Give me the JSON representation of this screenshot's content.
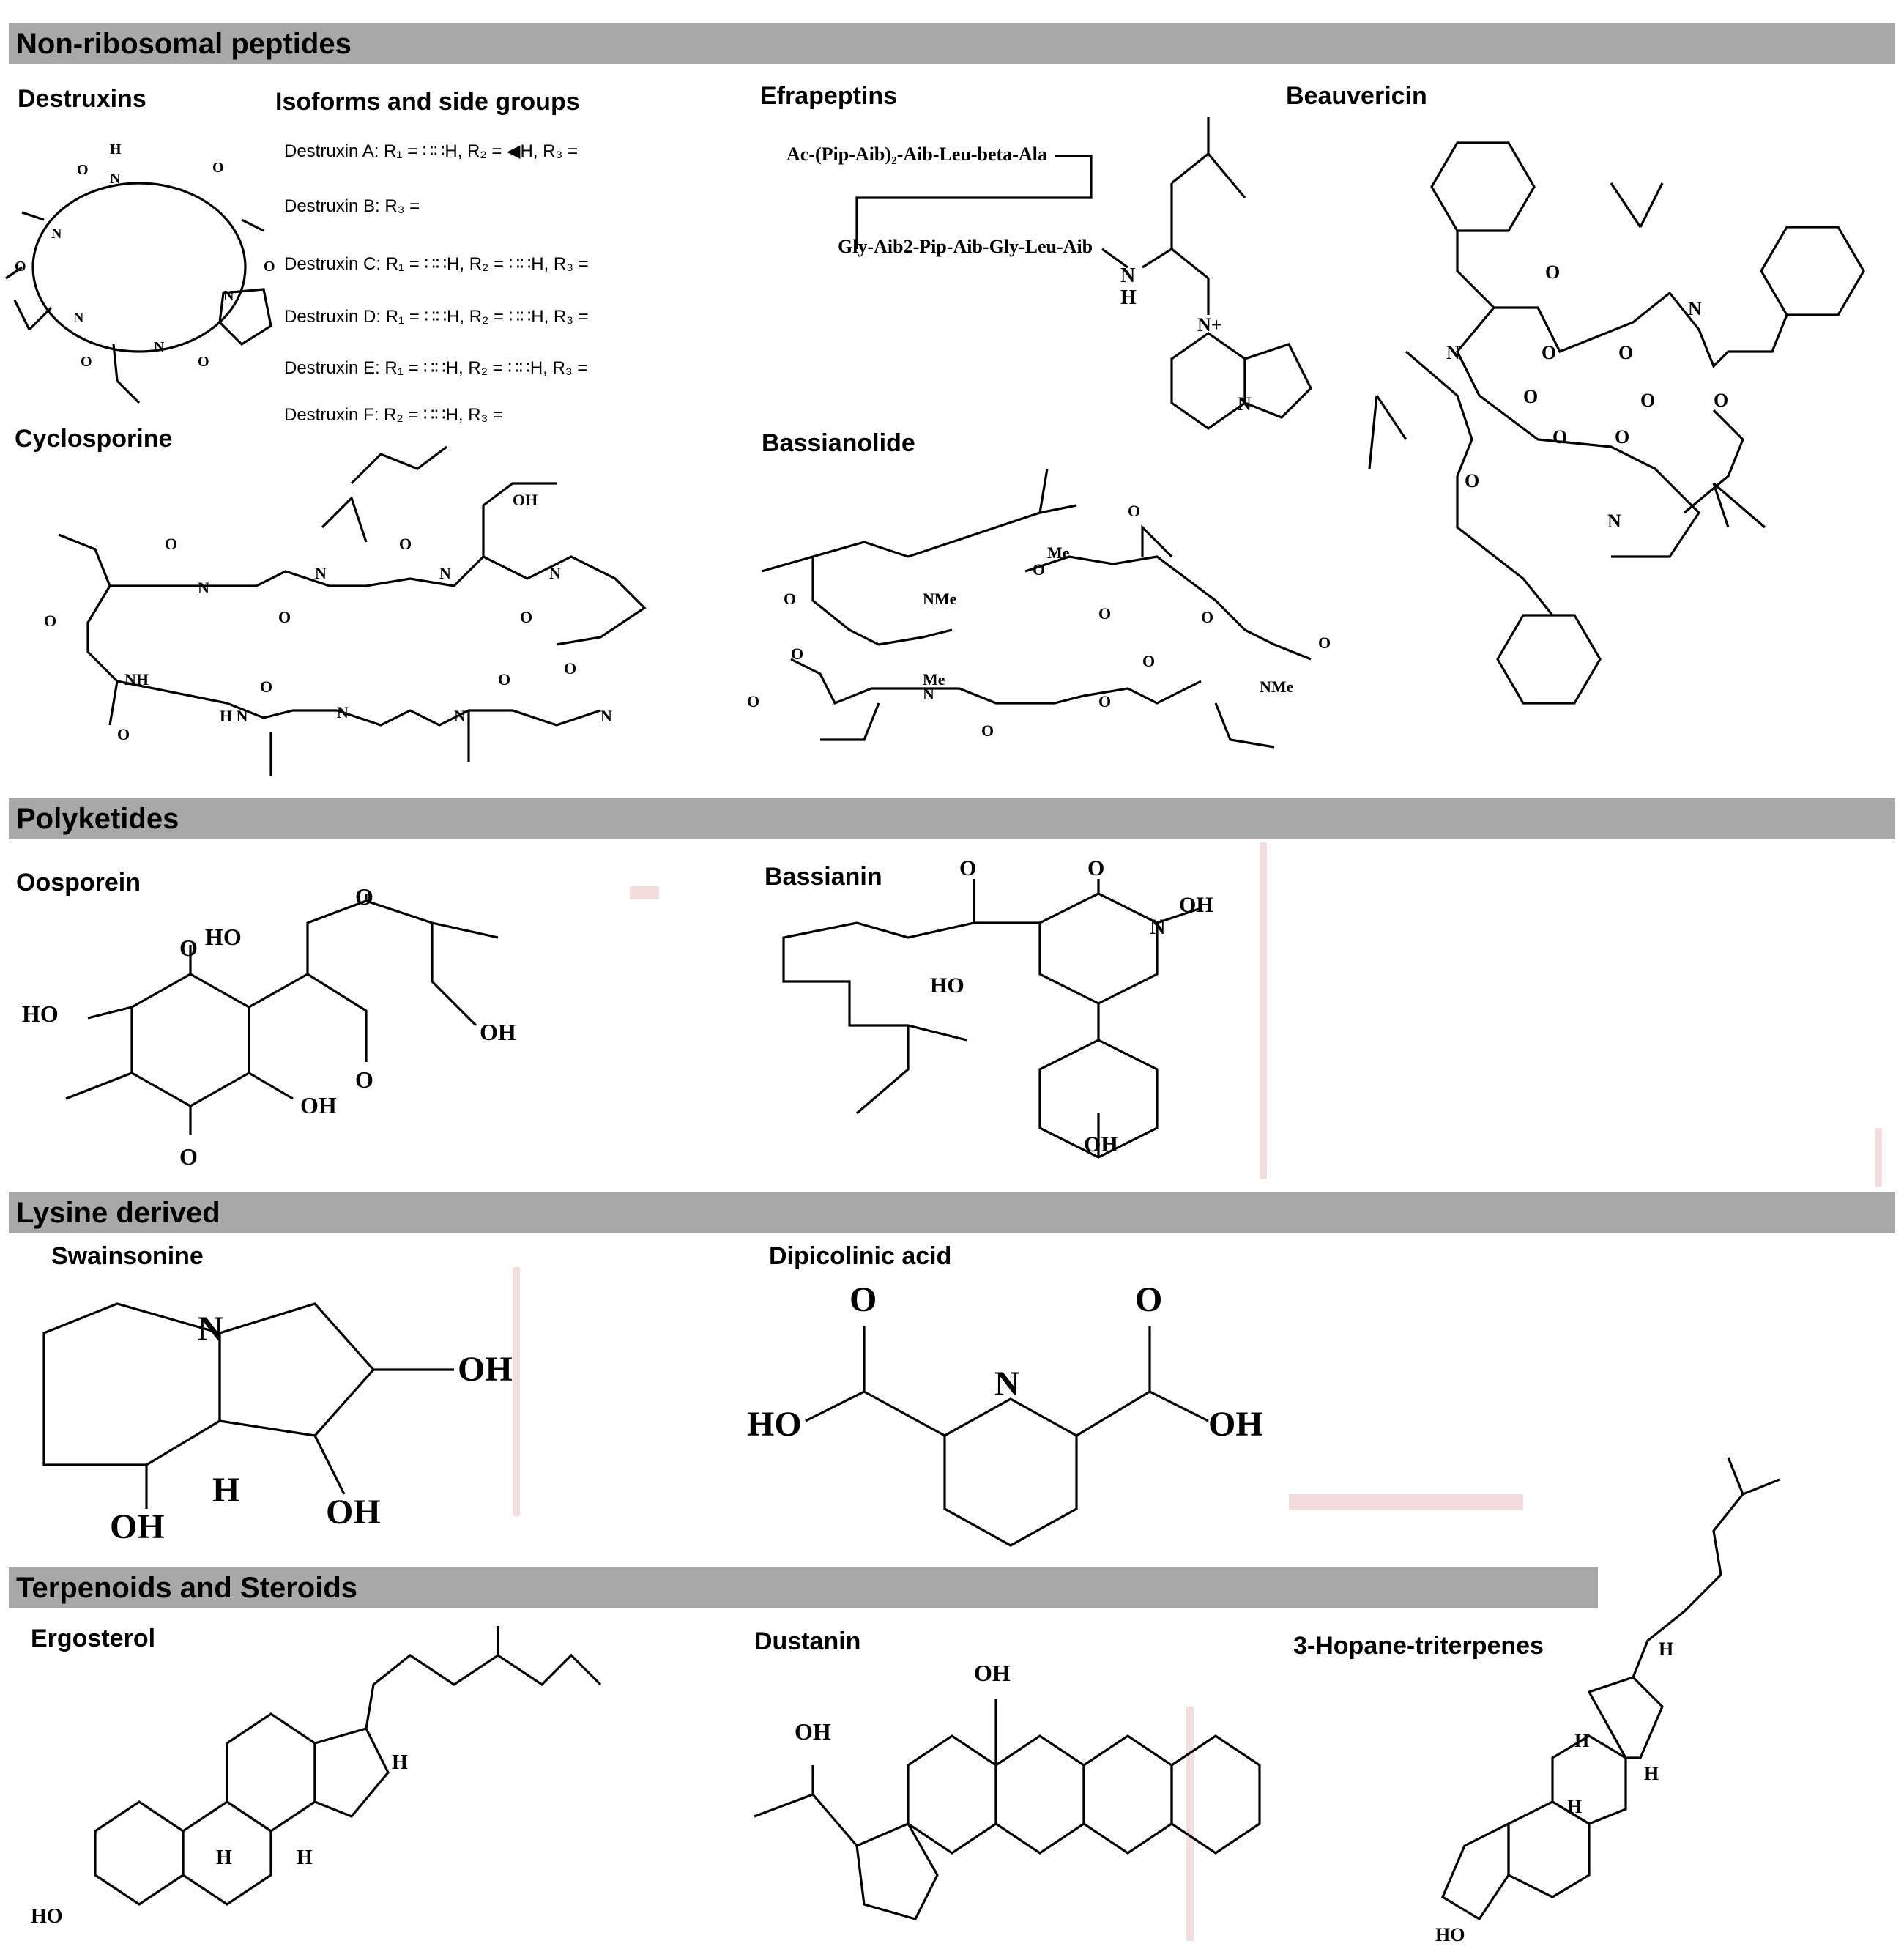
{
  "colors": {
    "band": "#a8a8a8",
    "bond": "#000000",
    "artifact": "#f3dcdc"
  },
  "sections": [
    {
      "id": "nrp",
      "title": "Non-ribosomal peptides"
    },
    {
      "id": "poly",
      "title": "Polyketides"
    },
    {
      "id": "lys",
      "title": "Lysine derived"
    },
    {
      "id": "terp",
      "title": "Terpenoids and Steroids"
    }
  ],
  "compounds": {
    "destruxins": "Destruxins",
    "isoforms": "Isoforms and side groups",
    "efrapeptins": "Efrapeptins",
    "beauvericin": "Beauvericin",
    "cyclosporine": "Cyclosporine",
    "bassianolide": "Bassianolide",
    "oosporein": "Oosporein",
    "bassianin": "Bassianin",
    "swainsonine": "Swainsonine",
    "dipicolinic": "Dipicolinic acid",
    "ergosterol": "Ergosterol",
    "dustanin": "Dustanin",
    "hopane": "3-Hopane-triterpenes"
  },
  "destruxin_isoforms": [
    "Destruxin A: R₁ = ∷∷H, R₂ = ◀H, R₃ =",
    "Destruxin B: R₃ =",
    "Destruxin C: R₁ = ∷∷H, R₂ = ∷∷H, R₃ =",
    "Destruxin D: R₁ = ∷∷H, R₂ = ∷∷H, R₃ =",
    "Destruxin E: R₁ = ∷∷H, R₂ = ∷∷H, R₃ =",
    "Destruxin F: R₂ = ∷∷H, R₃ ="
  ],
  "efrapeptin_seq": {
    "line1": "Ac-(Pip-Aib)₂-Aib-Leu-beta-Ala",
    "line2": "Gly-Aib2-Pip-Aib-Gly-Leu-Aib"
  }
}
